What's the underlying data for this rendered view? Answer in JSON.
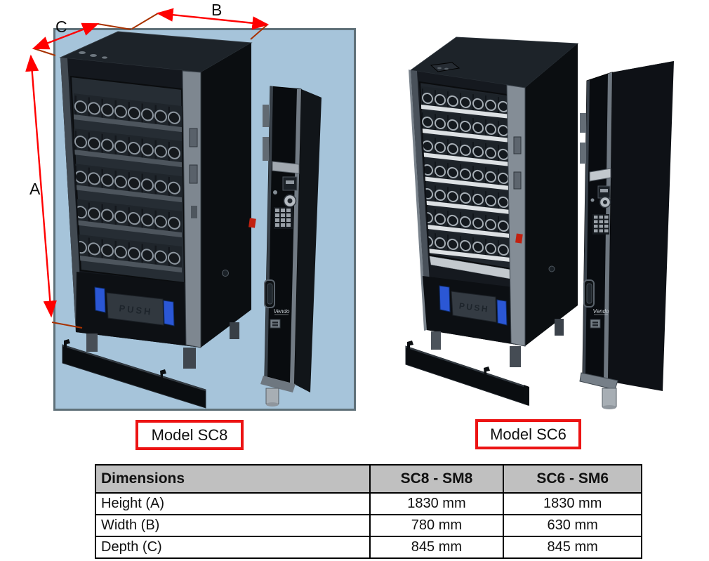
{
  "annotations": {
    "labels": {
      "a": "A",
      "b": "B",
      "c": "C"
    },
    "arrow_color": "#ff0000",
    "extension_color": "#a83200"
  },
  "figures": {
    "sc8": {
      "caption": "Model SC8",
      "push_label": "PUSH",
      "brand": "Vendo",
      "background": "#a6c4da",
      "shelf_rows": 5
    },
    "sc6": {
      "caption": "Model SC6",
      "push_label": "PUSH",
      "brand": "Vendo",
      "background": "#ffffff",
      "shelf_rows": 7
    },
    "caption_border_color": "#ec1313"
  },
  "table": {
    "header_bg": "#c0c0c0",
    "columns": [
      "Dimensions",
      "SC8 - SM8",
      "SC6 - SM6"
    ],
    "rows": [
      [
        "Height (A)",
        "1830 mm",
        "1830 mm"
      ],
      [
        "Width (B)",
        "780 mm",
        "630 mm"
      ],
      [
        "Depth (C)",
        "845 mm",
        "845 mm"
      ]
    ]
  }
}
